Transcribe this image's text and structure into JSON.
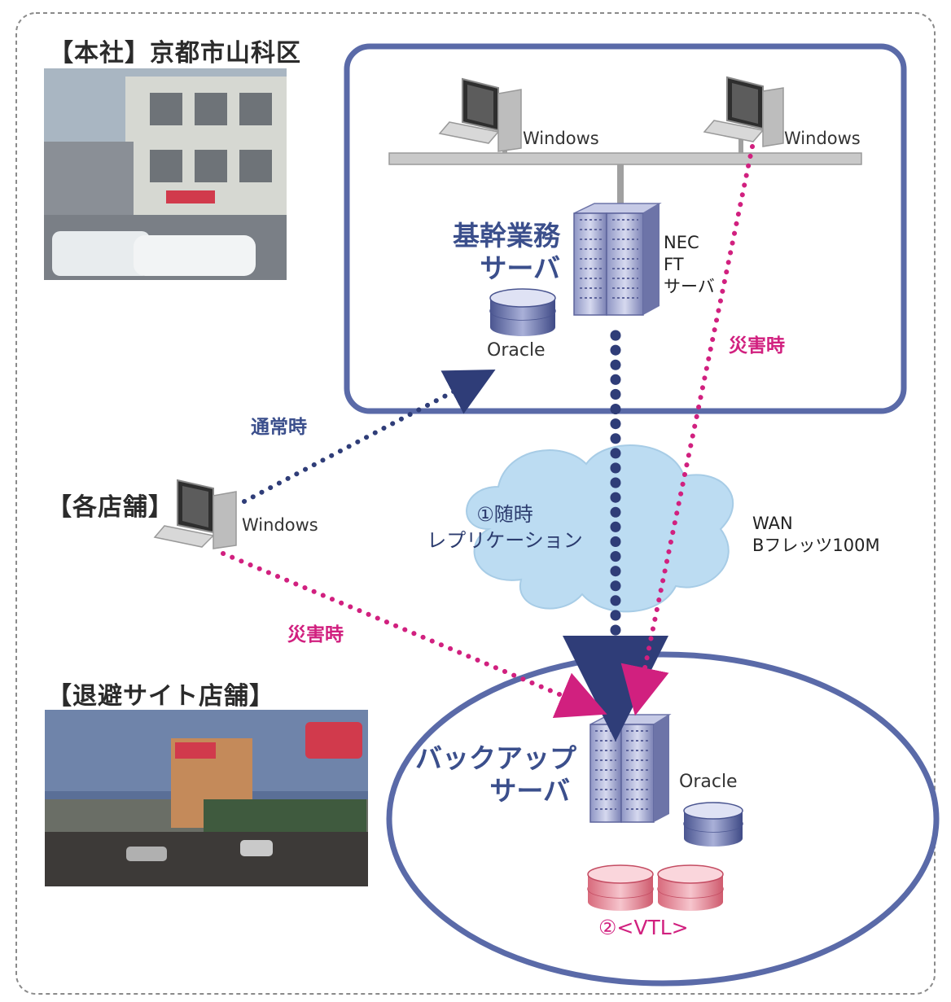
{
  "sites": {
    "headquarters": "【本社】京都市山科区",
    "stores": "【各店舗】",
    "evacuation": "【退避サイト店舗】"
  },
  "hq": {
    "pc_left": "Windows",
    "pc_right": "Windows",
    "core_server": "基幹業務\nサーバ",
    "nec_label": "NEC\nFT\nサーバ",
    "database": "Oracle"
  },
  "store_pc": "Windows",
  "links": {
    "normal": "通常時",
    "disaster_hq": "災害時",
    "disaster_store": "災害時",
    "replication": "①随時\nレプリケーション",
    "wan": "WAN\nBフレッツ100M"
  },
  "backup": {
    "server": "バックアップ\nサーバ",
    "database": "Oracle",
    "vtl": "②<VTL>"
  },
  "colors": {
    "frame": "#5a6aa8",
    "normal_line": "#2f3d78",
    "disaster_line": "#d1207f",
    "cloud": "#bcdcf2"
  }
}
